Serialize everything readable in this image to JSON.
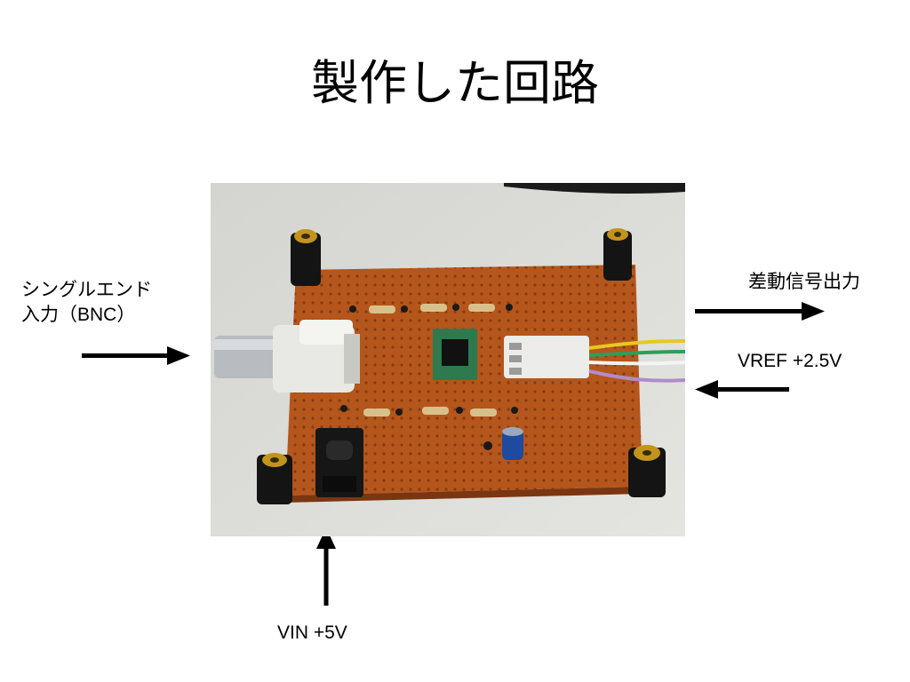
{
  "slide": {
    "title": "製作した回路",
    "labels": {
      "input_line1": "シングルエンド",
      "input_line2": "入力（BNC）",
      "output": "差動信号出力",
      "vref": "VREF +2.5V",
      "vin": "VIN +5V"
    }
  },
  "icons": {
    "input_arrow": "arrow-right-icon",
    "output_arrow": "arrow-right-icon",
    "vref_arrow": "arrow-left-icon",
    "vin_arrow": "arrow-up-icon"
  },
  "colors": {
    "board": "#b5561c",
    "background_photo": "#dcdcd8",
    "arrow": "#000000"
  }
}
